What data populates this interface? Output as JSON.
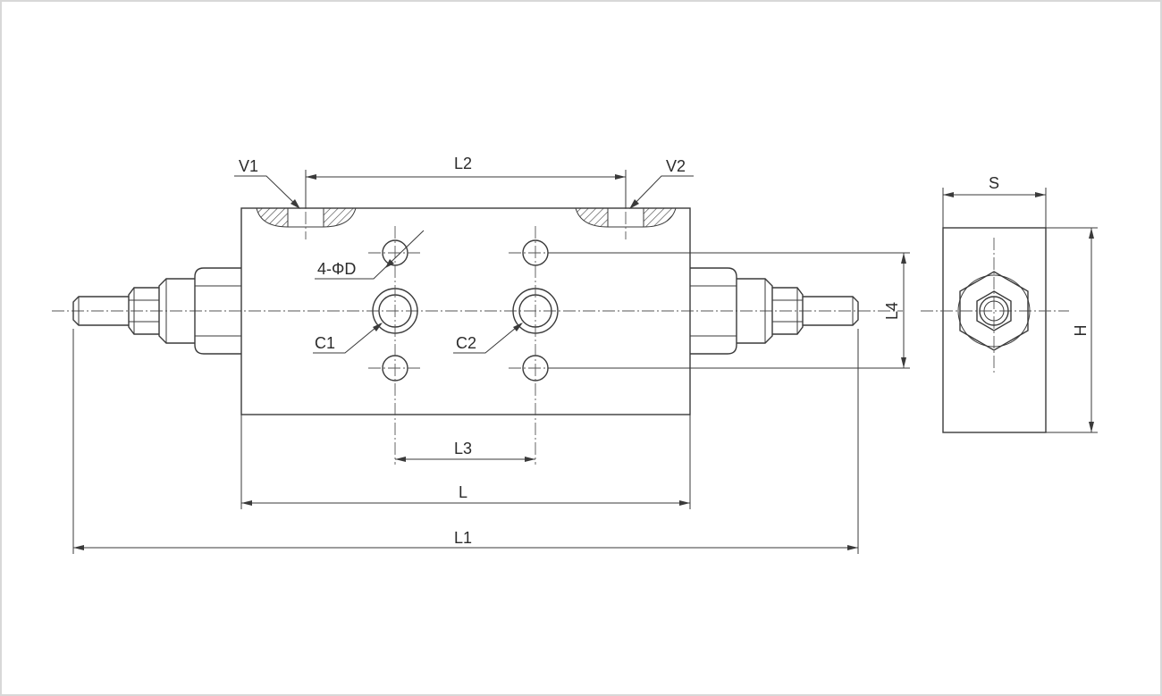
{
  "labels": {
    "v1": "V1",
    "v2": "V2",
    "l2": "L2",
    "s": "S",
    "holes": "4-ΦD",
    "l4": "L4",
    "h": "H",
    "c1": "C1",
    "c2": "C2",
    "l3": "L3",
    "l": "L",
    "l1": "L1"
  },
  "colors": {
    "line": "#3a3a3a",
    "frame": "#d8d8d8",
    "background": "#ffffff"
  }
}
